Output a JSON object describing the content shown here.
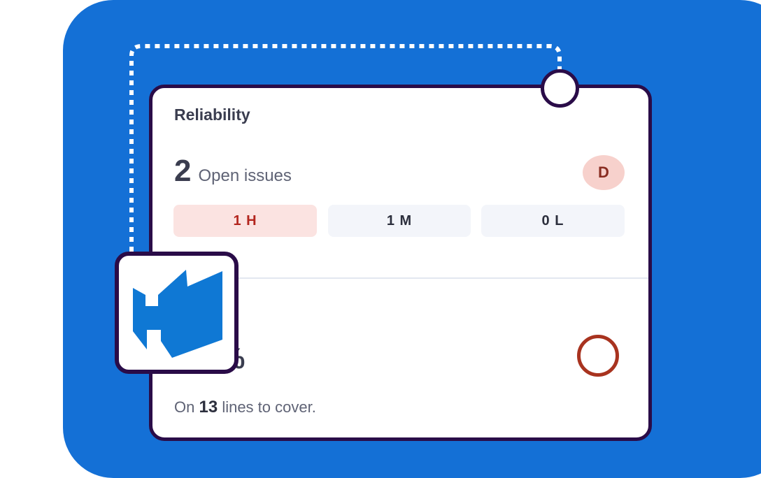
{
  "card": {
    "title": "Reliability",
    "open_issues_count": "2",
    "open_issues_label": "Open issues",
    "grade": "D",
    "severity": {
      "high": "1 H",
      "medium": "1 M",
      "low": "0 L"
    },
    "coverage_fragment": "%",
    "coverage_note_prefix": "On",
    "coverage_note_count": "13",
    "coverage_note_suffix": "lines to cover."
  },
  "icons": {
    "logo": "azure-devops-logo-icon",
    "connector": "connector-node-icon",
    "coverage_ring": "coverage-ring-icon"
  },
  "colors": {
    "background": "#1470d6",
    "card_border": "#2a0c48",
    "grade_bg": "#f7d1cc",
    "high_bg": "#fbe3e1",
    "high_text": "#b3261e",
    "ring": "#a8331f",
    "logo_blue": "#0f78d4"
  }
}
